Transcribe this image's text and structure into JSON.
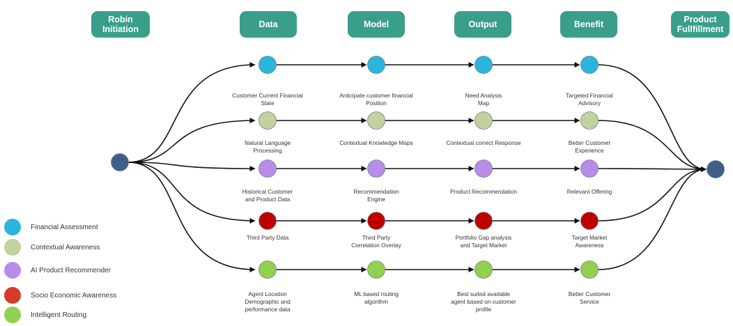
{
  "stages": [
    {
      "id": "robin",
      "label": "Robin\nInitiation"
    },
    {
      "id": "data",
      "label": "Data"
    },
    {
      "id": "model",
      "label": "Model"
    },
    {
      "id": "output",
      "label": "Output"
    },
    {
      "id": "benefit",
      "label": "Benefit"
    },
    {
      "id": "fulfillment",
      "label": "Product\nFullfillment"
    }
  ],
  "rows": [
    {
      "key": "financial",
      "color": "#2bb5dc",
      "labels": [
        "Customer Current Financial\nState",
        "Anticipate customer financial\nPosition",
        "Need  Analysis\nMap",
        "Targeted Financial\nAdvisory"
      ]
    },
    {
      "key": "contextual",
      "color": "#c3d09f",
      "labels": [
        "Natural Language\nProcessing",
        "Contextual Knowledge Maps",
        "Contextual correct Response",
        "Better Customer\nExperience"
      ]
    },
    {
      "key": "recommender",
      "color": "#b78de8",
      "labels": [
        "Historical Customer\nand Product Data",
        "Recommendation\nEngine",
        "Product Recommendation",
        "Relevant Offering"
      ]
    },
    {
      "key": "socio",
      "color": "#c00000",
      "labels": [
        "Third Party Data",
        "Third Party\nCorrelation Overlay",
        "Portfolio Gap analysis\nand Target Market",
        "Target Market\nAwareness"
      ]
    },
    {
      "key": "routing",
      "color": "#92d050",
      "labels": [
        "Agent Location\nDemographic and\nperformance data",
        "ML based routing\nalgorithm",
        "Best suited available\nagent based on customer\nprofile",
        "Better Customer\nService"
      ]
    }
  ],
  "endpoints": {
    "start_color": "#3f5f8a",
    "end_color": "#3f5f8a"
  },
  "legend": [
    {
      "label": "Financial Assessment",
      "color": "#2bb5dc"
    },
    {
      "label": "Contextual Awareness",
      "color": "#c3d09f"
    },
    {
      "label": "AI Product Recommender",
      "color": "#b78de8"
    },
    {
      "label": "Socio Economic Awareness",
      "color": "#d53a2a"
    },
    {
      "label": "Intelligent Routing",
      "color": "#92d050"
    }
  ]
}
